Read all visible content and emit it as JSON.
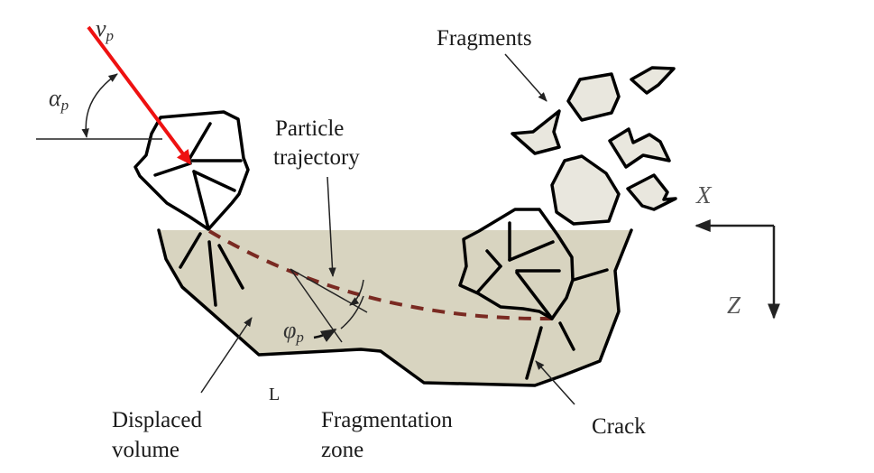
{
  "figure": {
    "labels": {
      "fragments": "Fragments",
      "particle_trajectory_line1": "Particle",
      "particle_trajectory_line2": "trajectory",
      "displaced_volume_line1": "Displaced",
      "displaced_volume_line2": "volume",
      "fragmentation_zone_line1": "Fragmentation",
      "fragmentation_zone_line2": "zone",
      "crack": "Crack",
      "length": "L"
    },
    "symbols": {
      "velocity_base": "v",
      "velocity_sub": "p",
      "impact_angle_base": "α",
      "impact_angle_sub": "p",
      "trajectory_angle_base": "φ",
      "trajectory_angle_sub": "p"
    },
    "axes": {
      "x_label": "X",
      "z_label": "Z"
    },
    "colors": {
      "velocity_arrow": "#ee1111",
      "trajectory_dashed": "#7a2a22",
      "target_material": "#d8d4c0",
      "fragment_fill": "#e9e7de",
      "outline": "#000000"
    }
  }
}
